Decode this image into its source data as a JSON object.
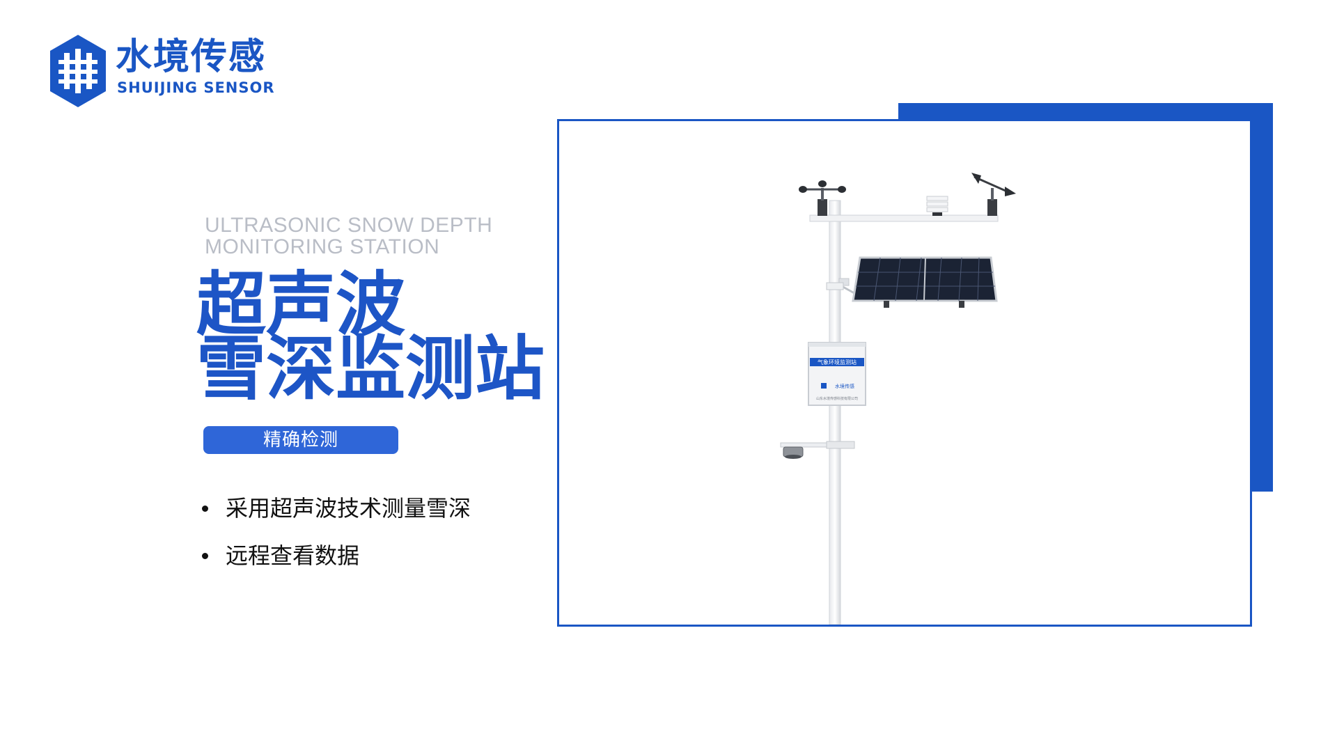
{
  "logo": {
    "name_cn": "水境传感",
    "name_en": "SHUIJING SENSOR"
  },
  "title_en": [
    "ULTRASONIC SNOW DEPTH",
    "MONITORING STATION"
  ],
  "title_cn": [
    "超声波",
    "雪深监测站"
  ],
  "badge": "精确检测",
  "features": [
    "采用超声波技术测量雪深",
    "远程查看数据"
  ],
  "product": {
    "enclosure_label": "气象环境监测站",
    "enclosure_brand": "水境传感",
    "enclosure_company": "山东水境传感科技有限公司"
  },
  "colors": {
    "brand_blue": "#1a56c4",
    "badge_blue": "#2f66d8",
    "subtitle_gray": "#b9bdc6"
  }
}
